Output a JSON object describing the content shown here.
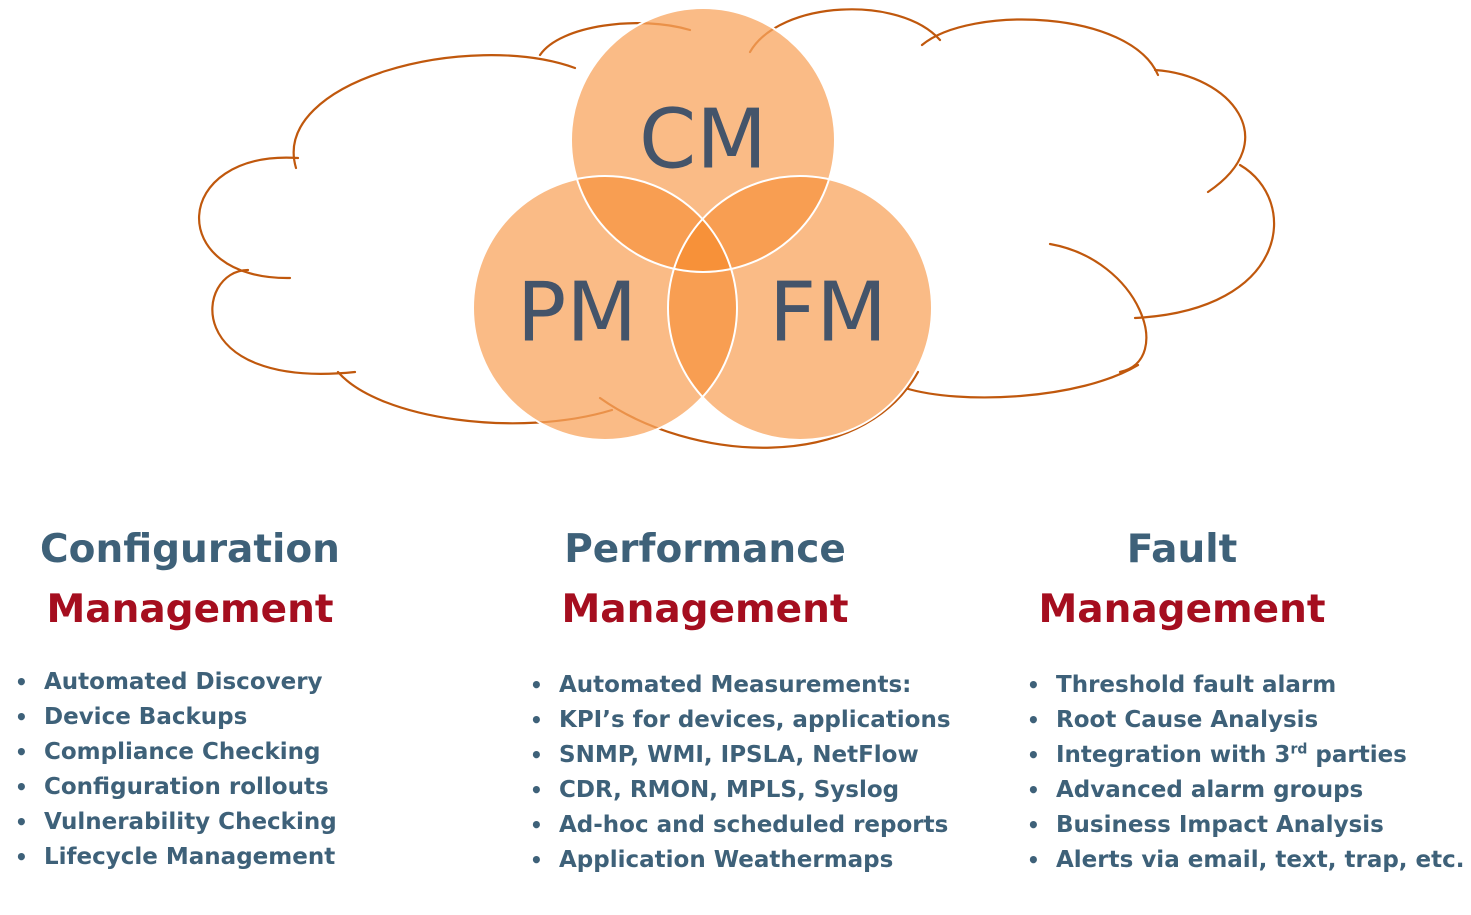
{
  "circles": {
    "cm": {
      "label": "CM",
      "color": "#f8a45d"
    },
    "pm": {
      "label": "PM",
      "color": "#f8a45d"
    },
    "fm": {
      "label": "FM",
      "color": "#f8a45d"
    }
  },
  "cloud": {
    "stroke_color": "#c0580d"
  },
  "columns": {
    "configuration": {
      "title_line1": "Configuration",
      "title_line2": "Management",
      "items": [
        "Automated Discovery",
        "Device Backups",
        "Compliance Checking",
        "Configuration rollouts",
        "Vulnerability Checking",
        "Lifecycle Management"
      ]
    },
    "performance": {
      "title_line1": "Performance",
      "title_line2": "Management",
      "items": [
        "Automated Measurements:",
        "KPI’s for devices, applications",
        "SNMP, WMI, IPSLA, NetFlow",
        "CDR, RMON, MPLS, Syslog",
        "Ad-hoc and scheduled reports",
        "Application Weathermaps"
      ]
    },
    "fault": {
      "title_line1": "Fault",
      "title_line2": "Management",
      "items": [
        "Threshold fault alarm",
        "Root Cause Analysis",
        "Integration with 3",
        "Advanced alarm groups",
        "Business Impact Analysis",
        "Alerts via email, text, trap, etc."
      ],
      "integration_superscript": "rd",
      "integration_suffix": " parties"
    }
  },
  "colors": {
    "heading_primary": "#3e6179",
    "heading_accent": "#a50e1f",
    "bullet_text": "#3e6179",
    "circle_text": "#44546a"
  }
}
